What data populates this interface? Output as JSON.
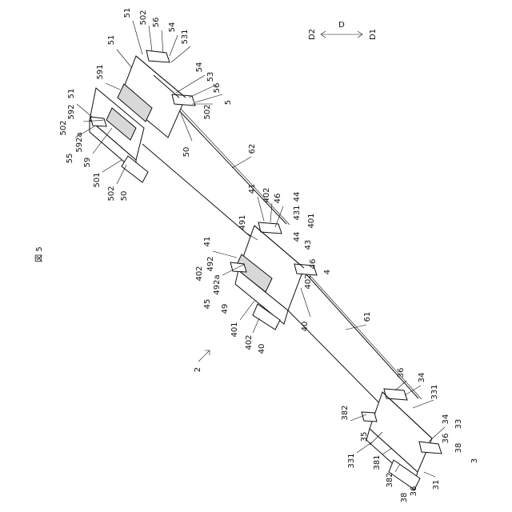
{
  "figure_title": "図 5",
  "direction": {
    "axis": "D",
    "left": "D2",
    "right": "D1"
  },
  "labels": [
    "51",
    "502",
    "56",
    "54",
    "531",
    "51",
    "591",
    "51",
    "592",
    "502",
    "592a",
    "55",
    "59",
    "501",
    "502",
    "50",
    "54",
    "53",
    "56",
    "502",
    "5",
    "50",
    "62",
    "41",
    "402",
    "46",
    "44",
    "491",
    "431",
    "401",
    "44",
    "43",
    "46",
    "402",
    "4",
    "41",
    "492",
    "402",
    "492a",
    "45",
    "49",
    "401",
    "402",
    "40",
    "40",
    "61",
    "2",
    "36",
    "34",
    "331",
    "382",
    "35",
    "34",
    "331",
    "381",
    "33",
    "36",
    "38",
    "3",
    "382",
    "36",
    "38",
    "31"
  ]
}
